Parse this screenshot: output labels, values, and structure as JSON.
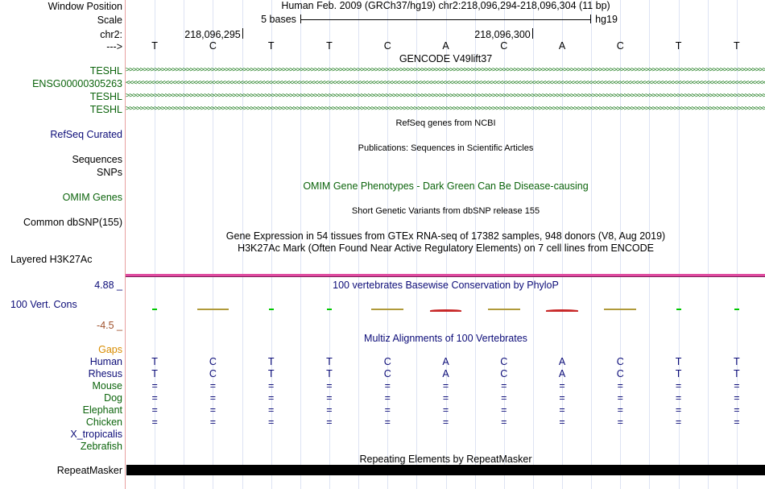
{
  "labels": {
    "window_position": "Window Position",
    "scale": "Scale",
    "chrom": "chr2:",
    "strand": "--->",
    "teshl1": "TESHL",
    "ensg": "ENSG00000305263",
    "teshl2": "TESHL",
    "teshl3": "TESHL",
    "refseq": "RefSeq Curated",
    "sequences": "Sequences",
    "snps": "SNPs",
    "omim": "OMIM Genes",
    "dbsnp": "Common dbSNP(155)",
    "h3k27ac": "Layered H3K27Ac",
    "cons_max": "4.88 _",
    "cons_label": "100 Vert. Cons",
    "cons_min": "-4.5 _",
    "gaps": "Gaps",
    "species": [
      "Human",
      "Rhesus",
      "Mouse",
      "Dog",
      "Elephant",
      "Chicken",
      "X_tropicalis",
      "Zebrafish"
    ],
    "repeatmasker": "RepeatMasker"
  },
  "header": {
    "window_title": "Human Feb. 2009 (GRCh37/hg19)   chr2:218,096,294-218,096,304 (11 bp)",
    "scale_text": "5 bases",
    "assembly": "hg19",
    "pos1": "218,096,295",
    "pos2": "218,096,300"
  },
  "bases": [
    "T",
    "C",
    "T",
    "T",
    "C",
    "A",
    "C",
    "A",
    "C",
    "T",
    "T"
  ],
  "rhesus_bases": [
    "T",
    "C",
    "T",
    "T",
    "C",
    "A",
    "C",
    "A",
    "C",
    "T",
    "T"
  ],
  "eq": "=",
  "tracks": {
    "gencode": "GENCODE V49lift37",
    "refseq": "RefSeq genes from NCBI",
    "pubs": "Publications: Sequences in Scientific Articles",
    "omim": "OMIM Gene Phenotypes - Dark Green Can Be Disease-causing",
    "dbsnp": "Short Genetic Variants from dbSNP release 155",
    "gtex": "Gene Expression in 54 tissues from GTEx RNA-seq of 17382 samples, 948 donors (V8, Aug 2019)",
    "h3k27ac": "H3K27Ac Mark (Often Found Near Active Regulatory Elements) on 7 cell lines from ENCODE",
    "phylop": "100 vertebrates Basewise Conservation by PhyloP",
    "multiz": "Multiz Alignments of 100 Vertebrates",
    "repeatmasker": "Repeating Elements by RepeatMasker"
  },
  "conservation": [
    {
      "color": "#00c800",
      "dir": "up"
    },
    {
      "color": "#b09a3a",
      "dir": "up"
    },
    {
      "color": "#00c800",
      "dir": "up"
    },
    {
      "color": "#00c800",
      "dir": "up"
    },
    {
      "color": "#b09a3a",
      "dir": "up"
    },
    {
      "color": "#c82828",
      "dir": "down"
    },
    {
      "color": "#b09a3a",
      "dir": "up"
    },
    {
      "color": "#c82828",
      "dir": "down"
    },
    {
      "color": "#b09a3a",
      "dir": "up"
    },
    {
      "color": "#00c800",
      "dir": "up"
    },
    {
      "color": "#00c800",
      "dir": "up"
    }
  ]
}
